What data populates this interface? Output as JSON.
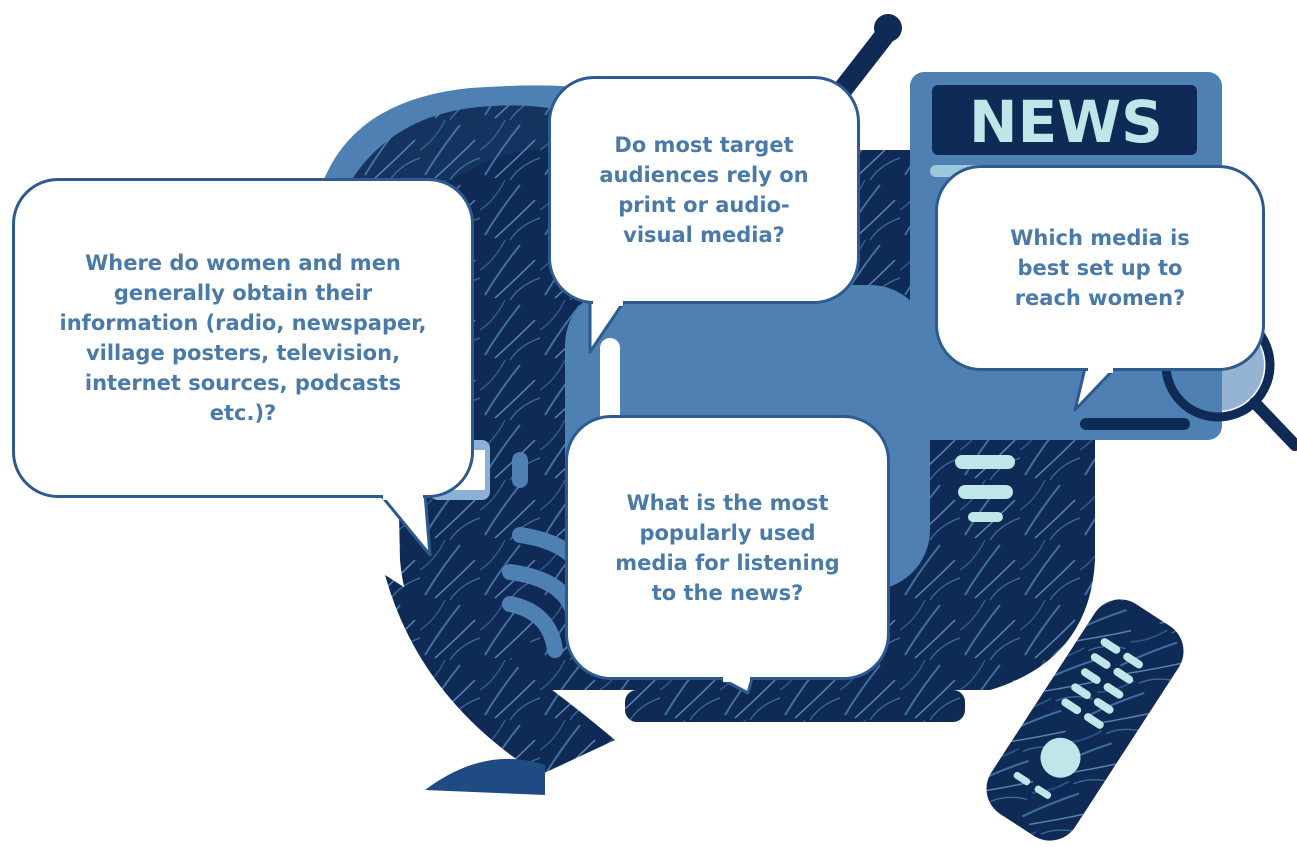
{
  "colors": {
    "dark_navy": "#0e2a55",
    "mid_blue": "#4f80b4",
    "light_blue": "#8ab0d6",
    "pale_cyan": "#bfe7ea",
    "bubble_border": "#2e5b8f",
    "bubble_text": "#4a7aa8"
  },
  "illustration": {
    "news_sign": "NEWS"
  },
  "bubbles": {
    "women_men_info": "Where do women and men generally obtain their information (radio, newspaper, village posters, television, internet sources, podcasts etc.)?",
    "print_or_av": "Do most target audiences rely on print or audio-visual media?",
    "best_media_women": "Which media is best set up to reach women?",
    "popular_news_media": "What is the most popularly used media for listening to the news?"
  }
}
